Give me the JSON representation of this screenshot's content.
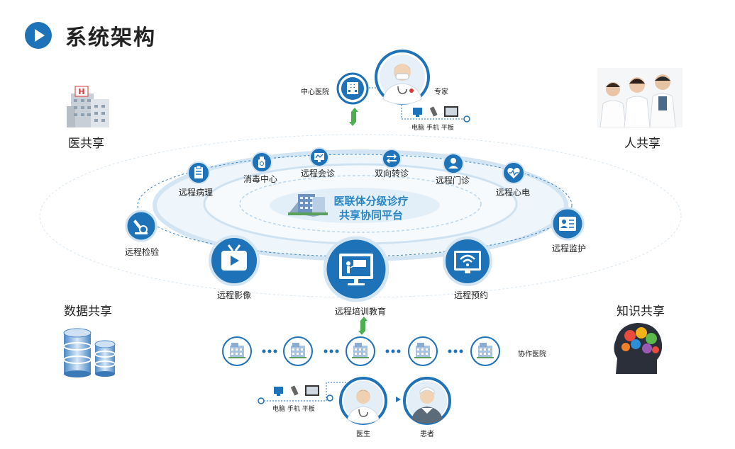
{
  "title": "系统架构",
  "corners": {
    "top_left": "医共享",
    "top_right": "人共享",
    "bottom_left": "数据共享",
    "bottom_right": "知识共享"
  },
  "center": {
    "line1": "医联体分级诊疗",
    "line2": "共享协同平台"
  },
  "services": {
    "pathology": "远程病理",
    "disinfection": "消毒中心",
    "consultation": "远程会诊",
    "referral": "双向转诊",
    "outpatient": "远程门诊",
    "ecg": "远程心电",
    "monitoring": "远程监护",
    "inspection": "远程检验",
    "imaging": "远程影像",
    "appointment": "远程预约",
    "training": "远程培训教育"
  },
  "top": {
    "central_hospital": "中心医院",
    "expert": "专家",
    "devices": "电脑 手机 平板"
  },
  "bottom": {
    "partner_hospital": "协作医院",
    "devices": "电脑 手机 平板",
    "doctor": "医生",
    "patient": "患者"
  },
  "colors": {
    "primary": "#1d72b8",
    "light_blue": "#dbeaf5",
    "accent_green": "#4caf50"
  }
}
